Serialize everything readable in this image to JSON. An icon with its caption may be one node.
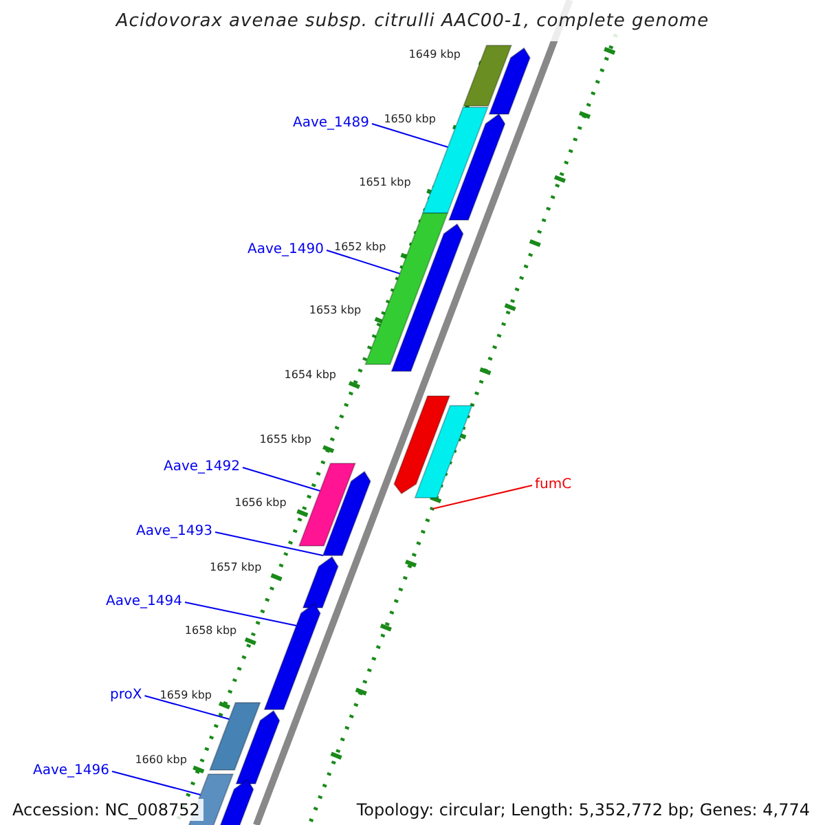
{
  "diagram": {
    "title": "Acidovorax avenae subsp. citrulli AAC00-1, complete genome",
    "nodes": [
      {
        "text": [],
        "shape": "bar"
      },
      {
        "text": [],
        "shape": "bar"
      },
      {
        "text": [
          "Aave_1489"
        ]
      },
      {
        "text": [],
        "shape": "bar"
      },
      {
        "text": [],
        "shape": "bar"
      },
      {
        "text": [
          "Aave_1490"
        ]
      },
      {
        "text": [],
        "shape": "bar"
      },
      {
        "text": [],
        "shape": "bar"
      },
      {
        "text": [],
        "shape": "bar"
      },
      {
        "text": [],
        "shape": "bar"
      },
      {
        "text": [
          "fumC"
        ]
      },
      {
        "text": [
          "Aave_1492"
        ]
      },
      {
        "text": [],
        "shape": "bar"
      },
      {
        "text": [],
        "shape": "bar"
      },
      {
        "text": [
          "Aave_1493"
        ]
      },
      {
        "text": [],
        "shape": "bar"
      },
      {
        "text": [
          "Aave_1494"
        ]
      },
      {
        "text": [],
        "shape": "bar"
      },
      {
        "text": [
          "proX"
        ]
      },
      {
        "text": [],
        "shape": "bar"
      },
      {
        "text": [],
        "shape": "bar"
      },
      {
        "text": [
          "Aave_1496"
        ]
      },
      {
        "text": [],
        "shape": "bar"
      },
      {
        "text": [],
        "shape": "bar"
      }
    ],
    "edges": [
      {
        "from": 2,
        "to": 3,
        "arrow": "none"
      },
      {
        "from": 5,
        "to": 6,
        "arrow": "none"
      },
      {
        "from": 10,
        "to": 9,
        "arrow": "none",
        "color": "#ee0000"
      },
      {
        "from": 11,
        "to": 12,
        "arrow": "none"
      },
      {
        "from": 14,
        "to": 15,
        "arrow": "none"
      },
      {
        "from": 16,
        "to": 17,
        "arrow": "none"
      },
      {
        "from": 18,
        "to": 19,
        "arrow": "none"
      },
      {
        "from": 21,
        "to": 22,
        "arrow": "none"
      }
    ],
    "labels": [
      "1649 kbp",
      "1650 kbp",
      "1651 kbp",
      "1652 kbp",
      "1653 kbp",
      "1654 kbp",
      "1655 kbp",
      "1656 kbp",
      "1657 kbp",
      "1658 kbp",
      "1659 kbp",
      "1660 kbp",
      "Accession: NC_008752",
      "Topology: circular; Length: 5,352,772 bp; Genes: 4,774"
    ]
  }
}
